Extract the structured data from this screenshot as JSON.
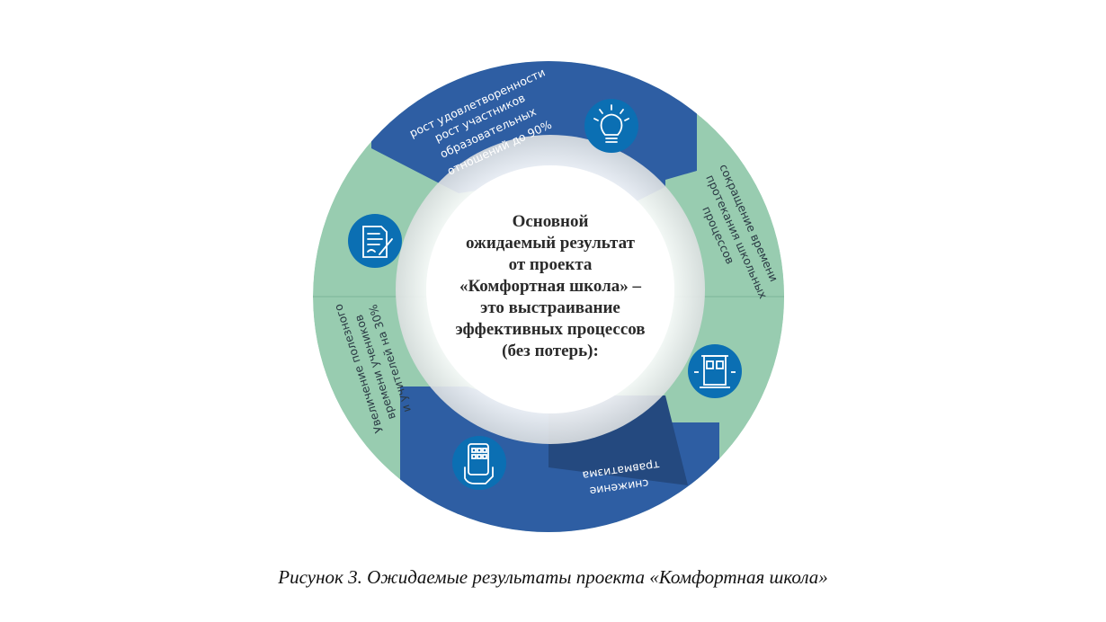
{
  "colors": {
    "blue": "#2e5ea3",
    "blue_dark": "#24497f",
    "green": "#98ccb0",
    "icon_circle": "#0b6fb3"
  },
  "center": {
    "lines": [
      "Основной",
      "ожидаемый результат",
      "от проекта",
      "«Комфортная школа» –",
      "это выстраивание",
      "эффективных процессов",
      "(без потерь):"
    ]
  },
  "segments": {
    "satisfaction": {
      "lines": [
        "рост удовлетворенности",
        "рост участников",
        "образовательных",
        "отношений до 90%"
      ],
      "icon": "lightbulb-icon"
    },
    "time_reduction": {
      "lines": [
        "сокращение времени",
        "протекания школьных",
        "процессов"
      ],
      "icon": "document-signature-icon"
    },
    "injury": {
      "lines": [
        "снижение",
        "травматизма"
      ],
      "icon": "school-door-icon"
    },
    "useful_time": {
      "lines": [
        "Увеличение полезного",
        "времени учеников",
        "и учителей на 30%"
      ],
      "icon": "touch-device-icon"
    }
  },
  "caption": "Рисунок 3. Ожидаемые результаты проекта «Комфортная школа»"
}
